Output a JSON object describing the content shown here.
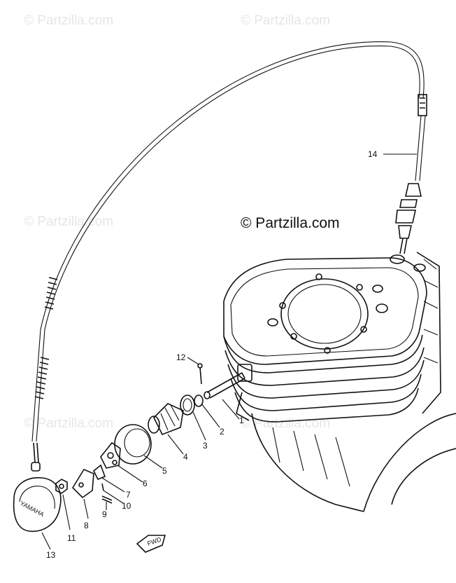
{
  "watermark": "© Partzilla.com",
  "brand_label": "© Partzilla.com",
  "fwd_label": "FWD",
  "cover_logo": "YAMAHA",
  "callouts": [
    "1",
    "2",
    "3",
    "4",
    "5",
    "6",
    "7",
    "8",
    "9",
    "10",
    "11",
    "12",
    "13",
    "14"
  ]
}
